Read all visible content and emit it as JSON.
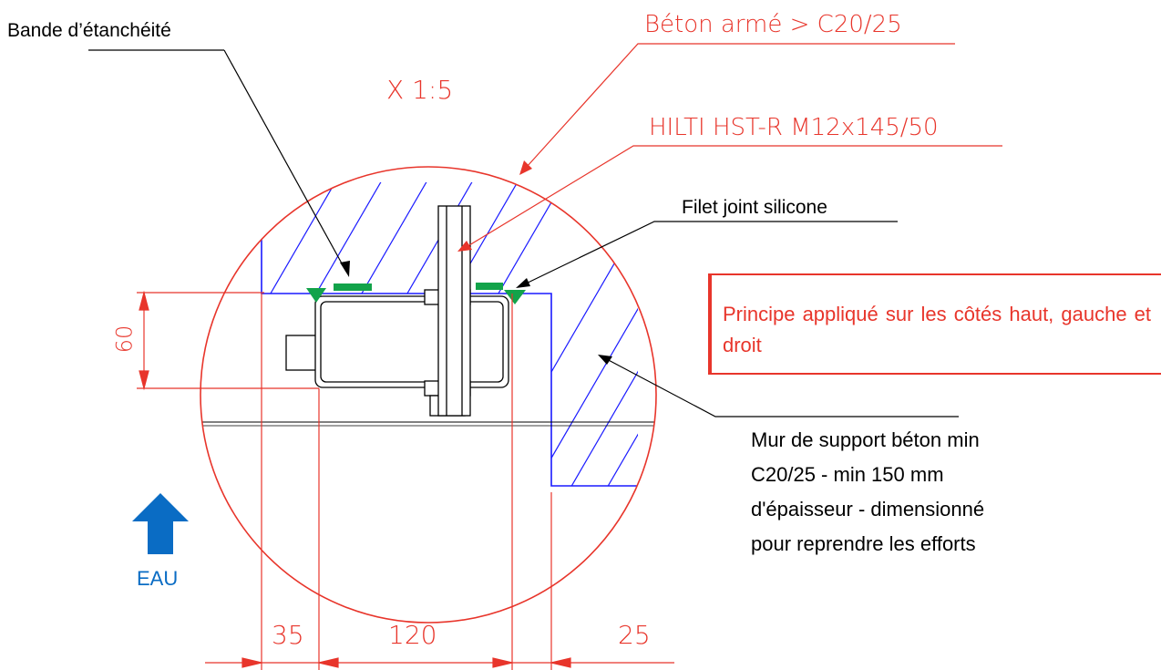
{
  "title": "X 1:5",
  "labels": {
    "bande": "Bande d’étanchéité",
    "beton": "Béton armé > C20/25",
    "hilti": "HILTI HST-R M12x145/50",
    "filet": "Filet joint silicone",
    "eau": "EAU"
  },
  "note": {
    "text": "Principe appliqué sur les côtés haut, gauche et droit"
  },
  "mur": {
    "lines": [
      "Mur de support béton min",
      "C20/25 - min 150 mm",
      "d'épaisseur - dimensionné",
      "pour reprendre les efforts"
    ]
  },
  "dimensions": {
    "height": "60",
    "left": "35",
    "middle": "120",
    "right": "25"
  },
  "colors": {
    "red": "#e8352b",
    "blue": "#1a1aff",
    "green": "#12a34a",
    "arrow_blue": "#0a6cc4"
  }
}
